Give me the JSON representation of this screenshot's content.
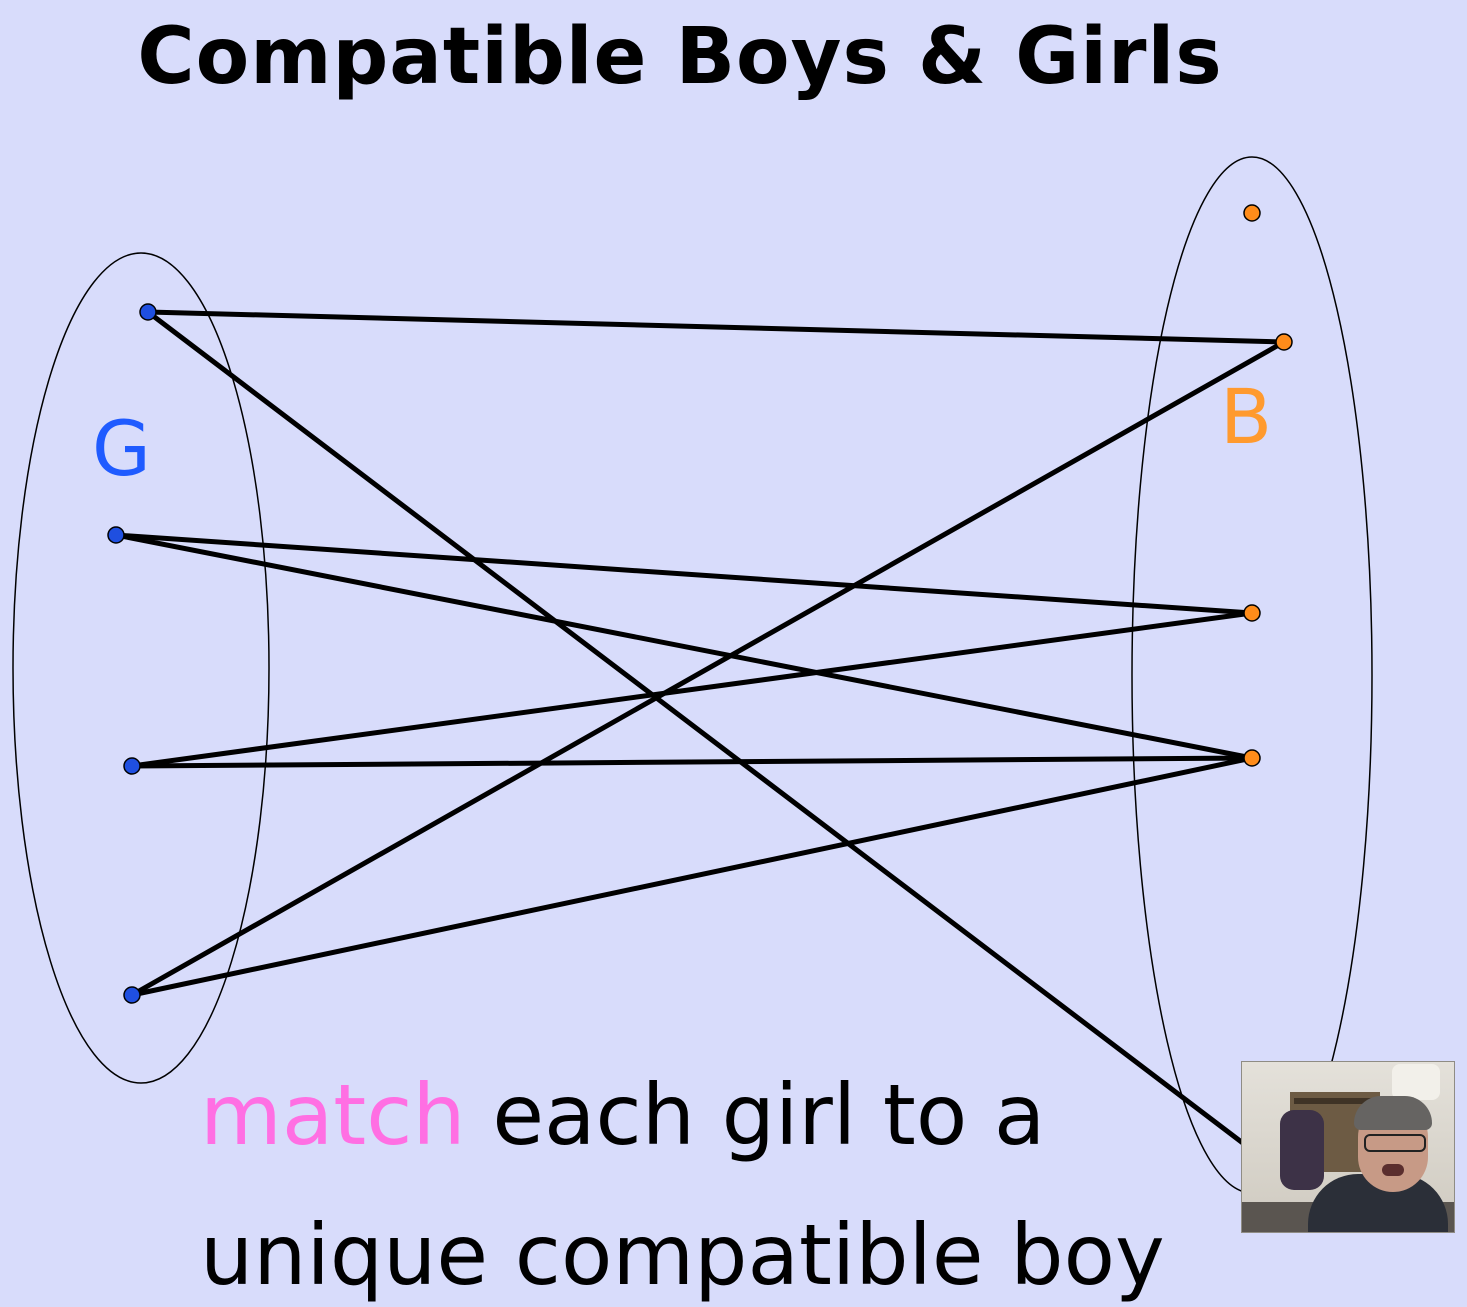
{
  "title": "Compatible Boys & Girls",
  "set_labels": {
    "girls": "G",
    "boys": "B"
  },
  "colors": {
    "background": "#d8dcfb",
    "girl_node": "#1f4fe0",
    "boy_node": "#ff8c1a",
    "girl_label": "#1f5bff",
    "boy_label": "#ff9a2e",
    "edge": "#000000",
    "highlight": "#ff6fe3"
  },
  "diagram": {
    "girls": [
      "g1",
      "g2",
      "g3",
      "g4"
    ],
    "boys": [
      "b1",
      "b2",
      "b3",
      "b4",
      "b5"
    ],
    "edges": [
      [
        "g1",
        "b2"
      ],
      [
        "g1",
        "b5"
      ],
      [
        "g2",
        "b3"
      ],
      [
        "g2",
        "b4"
      ],
      [
        "g3",
        "b3"
      ],
      [
        "g3",
        "b4"
      ],
      [
        "g4",
        "b2"
      ],
      [
        "g4",
        "b4"
      ]
    ]
  },
  "caption": {
    "highlight": "match",
    "line1_rest": " each girl to a",
    "line2": "unique compatible boy"
  },
  "webcam": {
    "icon": "presenter-webcam"
  }
}
